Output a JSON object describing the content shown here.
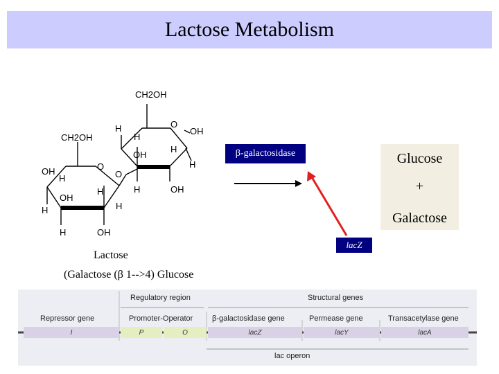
{
  "title": "Lactose Metabolism",
  "molecule": {
    "labels": [
      "CH2OH",
      "O",
      "OH",
      "H",
      "H",
      "OH",
      "H",
      "H",
      "H",
      "OH",
      "H",
      "CH2OH",
      "O",
      "O",
      "OH",
      "H",
      "OH",
      "H",
      "H",
      "H",
      "H",
      "OH",
      "H"
    ],
    "name": "Lactose",
    "linkage": "(Galactose (β 1-->4) Glucose"
  },
  "reaction": {
    "enzyme": "β-galactosidase",
    "product1": "Glucose",
    "plus": "+",
    "product2": "Galactose",
    "gene_label": "lacZ"
  },
  "operon": {
    "regulatory_region": "Regulatory region",
    "structural_genes": "Structural genes",
    "repressor_gene": "Repressor gene",
    "promoter_operator": "Promoter-Operator",
    "bgal_gene": "β-galactosidase gene",
    "permease_gene": "Permease gene",
    "transacetylase_gene": "Transacetylase gene",
    "seg_I": "I",
    "seg_P": "P",
    "seg_O": "O",
    "seg_lacZ": "lacZ",
    "seg_lacY": "lacY",
    "seg_lacA": "lacA",
    "lac_operon": "lac operon"
  },
  "colors": {
    "title_bg": "#ccccff",
    "enzyme_box": "#000080",
    "products_box": "#f2efe2",
    "arrow_red": "#e02020",
    "operon_bg": "#eceef3",
    "gene_purple": "#d9d2e6",
    "promoter_green": "#e5eec1"
  }
}
